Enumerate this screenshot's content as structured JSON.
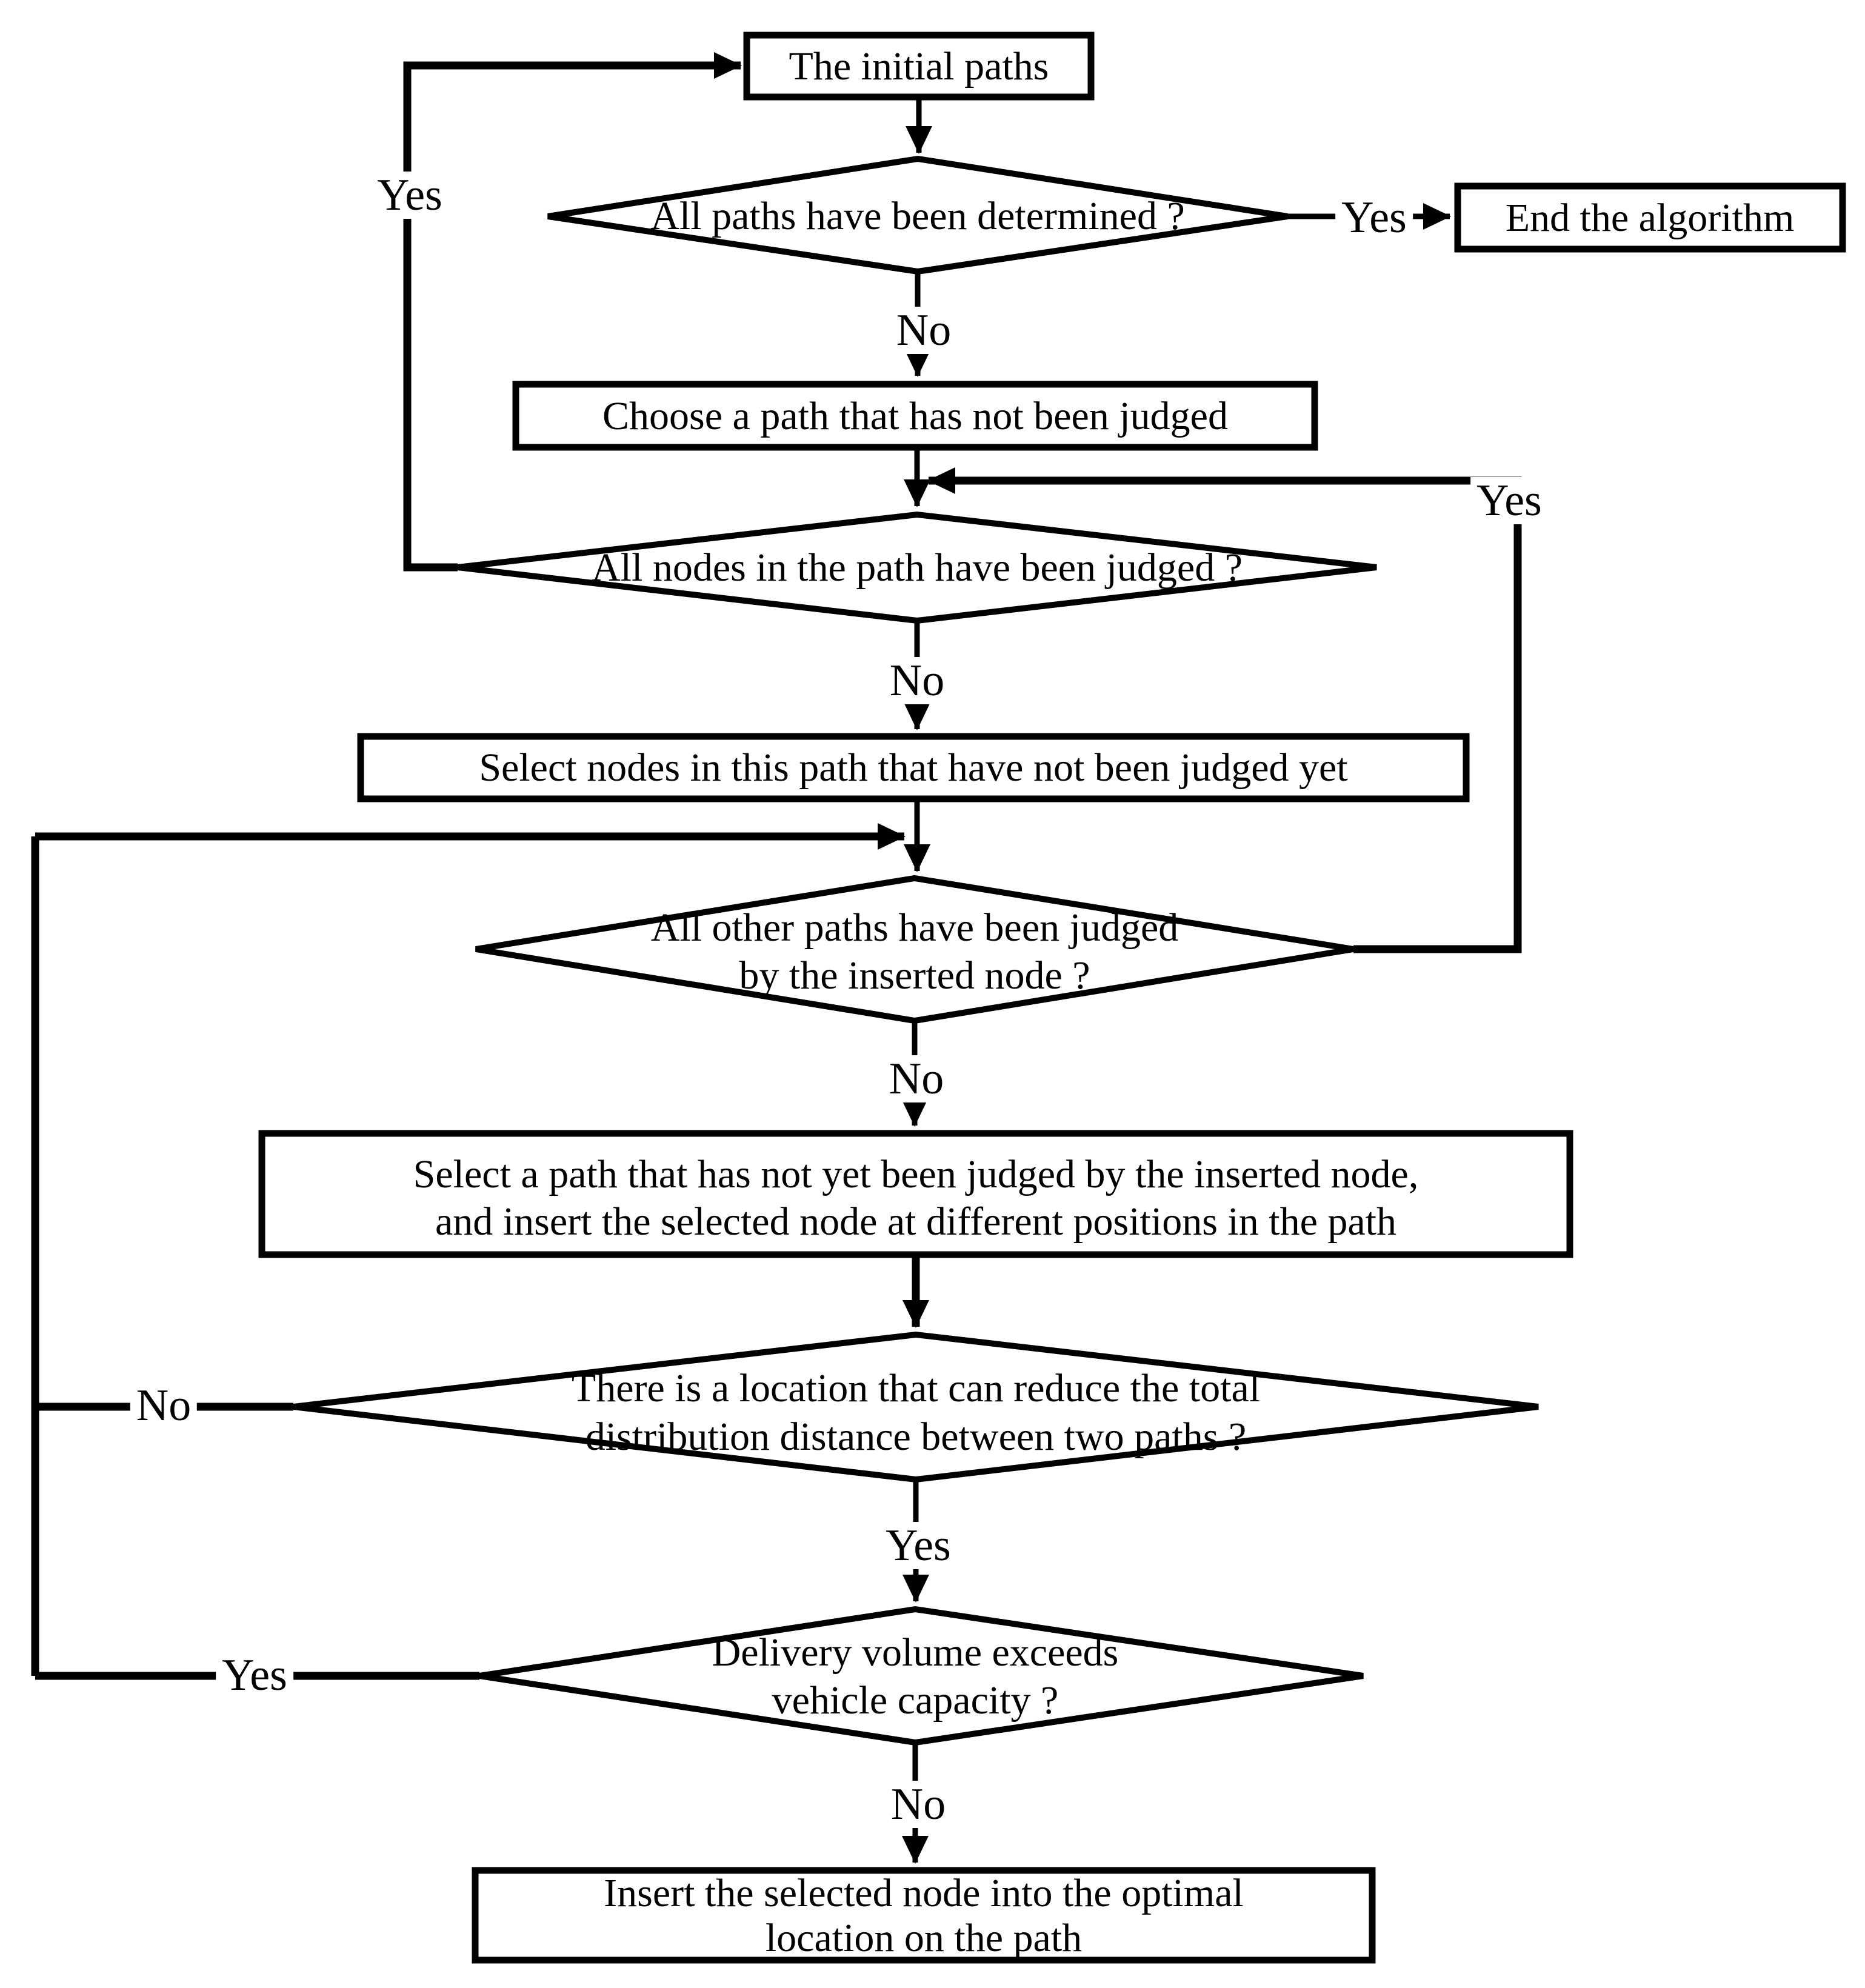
{
  "flowchart": {
    "description": "Node insertion heuristic flowchart for vehicle routing paths",
    "colors": {
      "stroke": "#000000",
      "background": "#ffffff",
      "text": "#000000"
    },
    "nodes": {
      "initial_paths": {
        "type": "process",
        "label": "The initial paths"
      },
      "all_paths_determined": {
        "type": "decision",
        "label": "All paths have been determined ?"
      },
      "end_algorithm": {
        "type": "process",
        "label": "End the algorithm"
      },
      "choose_path": {
        "type": "process",
        "label": "Choose a path that has not been judged"
      },
      "all_nodes_judged": {
        "type": "decision",
        "label": "All nodes in the path have been judged ?"
      },
      "select_nodes": {
        "type": "process",
        "label": "Select nodes in this path that have not been judged  yet"
      },
      "all_other_paths_judged": {
        "type": "decision",
        "line1": "All other paths have been judged",
        "line2": "by the inserted node ?"
      },
      "select_path_insert": {
        "type": "process",
        "line1": "Select a path that has not yet been judged by the inserted node,",
        "line2": "and insert the selected node at different positions in the path"
      },
      "location_reduce_distance": {
        "type": "decision",
        "line1": "There is a location that can reduce the total",
        "line2": "distribution distance between two paths ?"
      },
      "delivery_exceeds_capacity": {
        "type": "decision",
        "line1": "Delivery volume exceeds",
        "line2": "vehicle capacity ?"
      },
      "insert_optimal_location": {
        "type": "process",
        "line1": "Insert the selected node into the optimal",
        "line2": "location on the path"
      }
    },
    "edge_labels": {
      "all_paths_determined_yes": "Yes",
      "all_paths_determined_no": "No",
      "all_nodes_judged_yes": "Yes",
      "all_nodes_judged_no": "No",
      "all_other_paths_judged_yes": "Yes",
      "all_other_paths_judged_no": "No",
      "location_reduce_distance_no": "No",
      "location_reduce_distance_yes": "Yes",
      "delivery_exceeds_capacity_yes": "Yes",
      "delivery_exceeds_capacity_no": "No"
    }
  }
}
